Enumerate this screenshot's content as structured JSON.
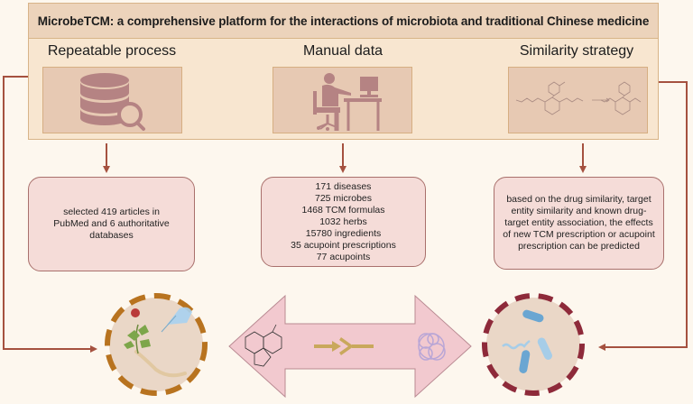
{
  "title": "MicrobeTCM: a comprehensive platform for the interactions of microbiota and traditional Chinese medicine",
  "sections": [
    {
      "label": "Repeatable process",
      "icon": "database-search-icon",
      "description": "selected 419 articles in PubMed and 6 authoritative databases"
    },
    {
      "label": "Manual data",
      "icon": "person-at-computer-icon",
      "stats": [
        "171 diseases",
        "725 microbes",
        "1468 TCM formulas",
        "1032 herbs",
        "15780 ingredients",
        "35 acupoint prescriptions",
        "77 acupoints"
      ]
    },
    {
      "label": "Similarity strategy",
      "icon": "molecule-similarity-icon",
      "description": "based on the drug similarity, target entity similarity and known drug-target entity association, the effects of new TCM prescription or acupoint prescription can be predicted"
    }
  ],
  "bottom": {
    "left_circle": "herb-acupuncture-icon",
    "center_arrow": "bidirectional-interaction-arrow",
    "right_circle": "microbes-icon"
  },
  "colors": {
    "background": "#fdf7ee",
    "panel": "#f8e6d0",
    "title_band": "#ecd3bb",
    "image_box": "#e7c9b3",
    "icon": "#b58383",
    "text_box": "#f5dcd8",
    "connector": "#a5513f",
    "left_ring": "#b8731f",
    "right_ring": "#8e2a3a",
    "arrow_fill": "#f2c9cf"
  }
}
